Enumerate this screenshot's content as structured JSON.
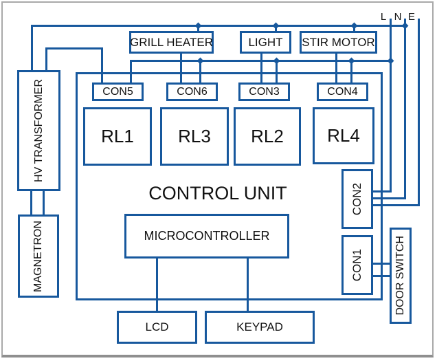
{
  "blocks": {
    "hv_transformer": "HV TRANSFORMER",
    "magnetron": "MAGNETRON",
    "grill_heater": "GRILL HEATER",
    "light": "LIGHT",
    "stir_motor": "STIR MOTOR",
    "con5": "CON5",
    "con6": "CON6",
    "con3": "CON3",
    "con4": "CON4",
    "rl1": "RL1",
    "rl3": "RL3",
    "rl2": "RL2",
    "rl4": "RL4",
    "control_unit": "CONTROL UNIT",
    "microcontroller": "MICROCONTROLLER",
    "con2": "CON2",
    "con1": "CON1",
    "door_switch": "DOOR SWITCH",
    "lcd": "LCD",
    "keypad": "KEYPAD"
  },
  "mains_labels": {
    "line": "L",
    "neutral": "N",
    "earth": "E"
  },
  "colors": {
    "wire_blue": "#17589d",
    "text": "#111111",
    "frame_gray": "#a9a9a9",
    "background": "#ffffff"
  }
}
